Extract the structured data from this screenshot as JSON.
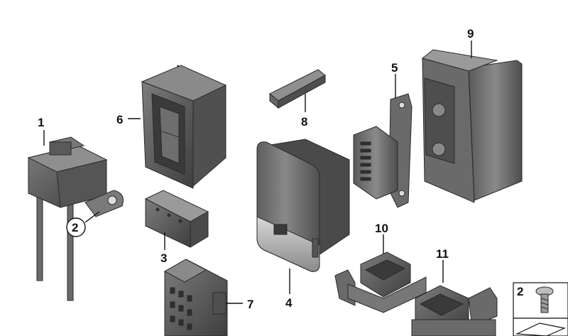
{
  "diagram": {
    "callouts": [
      {
        "id": "1",
        "text": "1"
      },
      {
        "id": "2",
        "text": "2"
      },
      {
        "id": "3",
        "text": "3"
      },
      {
        "id": "4",
        "text": "4"
      },
      {
        "id": "5",
        "text": "5"
      },
      {
        "id": "6",
        "text": "6"
      },
      {
        "id": "7",
        "text": "7"
      },
      {
        "id": "8",
        "text": "8"
      },
      {
        "id": "9",
        "text": "9"
      },
      {
        "id": "10",
        "text": "10"
      },
      {
        "id": "11",
        "text": "11"
      }
    ],
    "legend": {
      "item_number": "2"
    },
    "colors": {
      "part_dark": "#4a4a4a",
      "part_mid": "#6a6a6a",
      "part_light": "#8c8c8c",
      "outline": "#2a2a2a"
    }
  }
}
